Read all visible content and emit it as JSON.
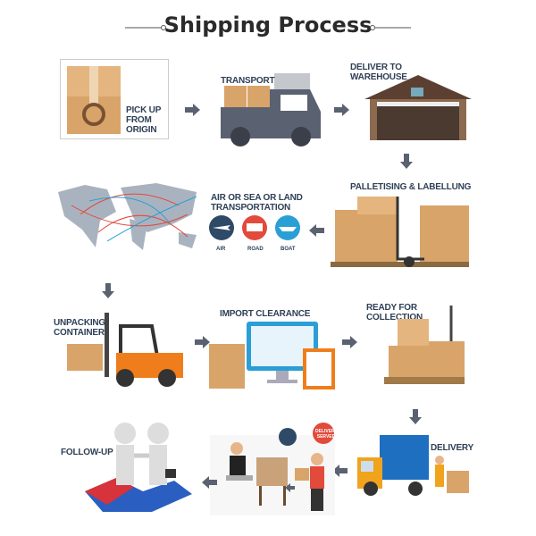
{
  "title": "Shipping Process",
  "steps": {
    "pickup": "PICK UP FROM ORIGIN",
    "transport": "TRANSPORT",
    "warehouse": "DELIVER TO WAREHOUSE",
    "palletising": "PALLETISING & LABELLUNG",
    "transportation": "AIR OR SEA OR LAND TRANSPORTATION",
    "air": "AIR",
    "road": "ROAD",
    "boat": "BOAT",
    "unpacking": "UNPACKING CONTAINER",
    "import": "IMPORT CLEARANCE",
    "ready": "READY FOR COLLECTION",
    "delivery": "DELIVERY",
    "served": "DELIVERY SERVED",
    "followup": "FOLLOW-UP"
  },
  "colors": {
    "text": "#2e3f56",
    "arrow": "#5a6170",
    "box": "#d9a46a",
    "air": "#2e4a66",
    "road": "#e24a3b",
    "boat": "#2a9fd6"
  }
}
